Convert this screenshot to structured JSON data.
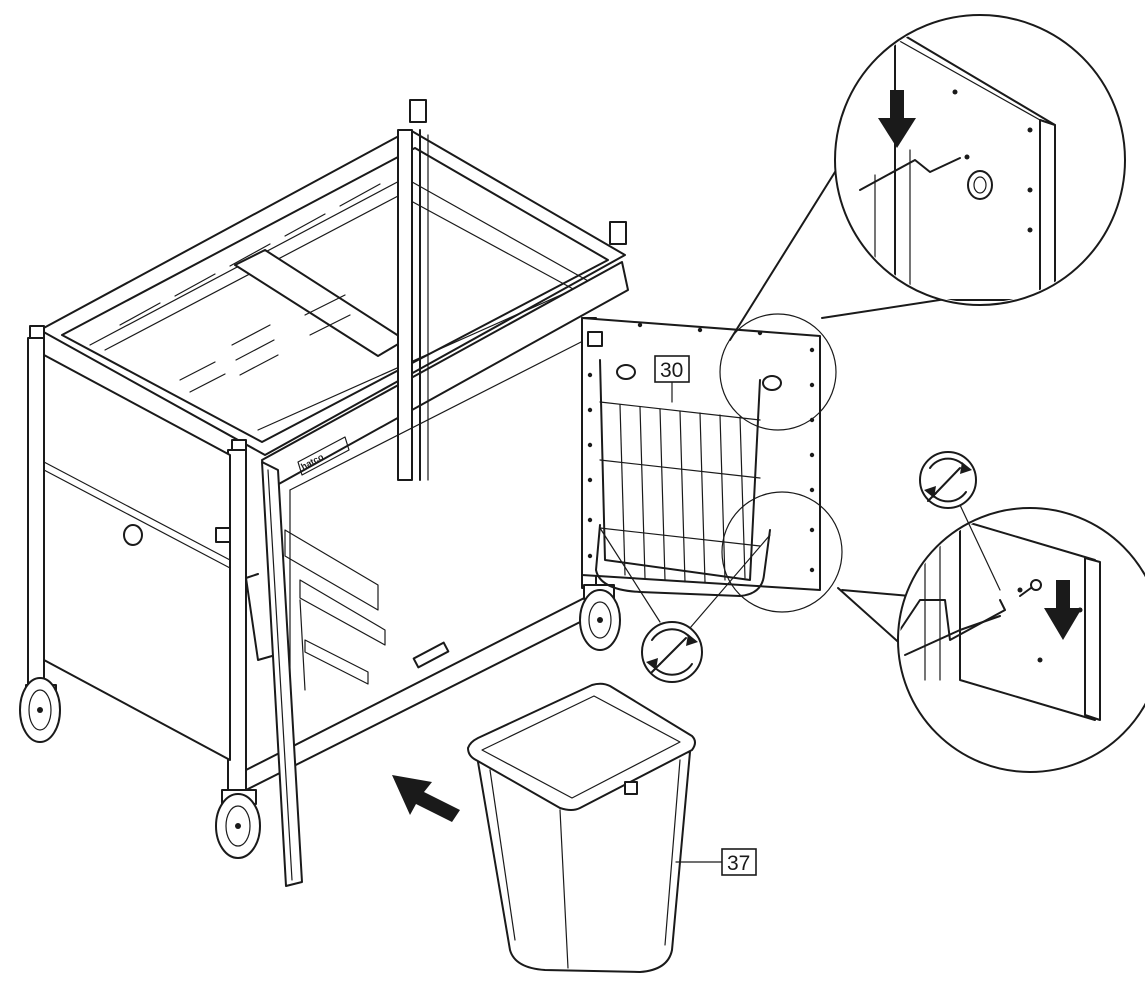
{
  "callouts": {
    "basket_part_number": "30",
    "bin_part_number": "37"
  },
  "brand_plate": {
    "front_text": "hatco",
    "rail_text": "hatco"
  },
  "icons": {
    "screwdriver_tighten": "screwdriver-rotation-icon",
    "insert_direction": "arrow-icon",
    "detail_down_direction": "down-arrow-icon"
  },
  "colors": {
    "line": "#1a1a1a",
    "background": "#ffffff"
  }
}
